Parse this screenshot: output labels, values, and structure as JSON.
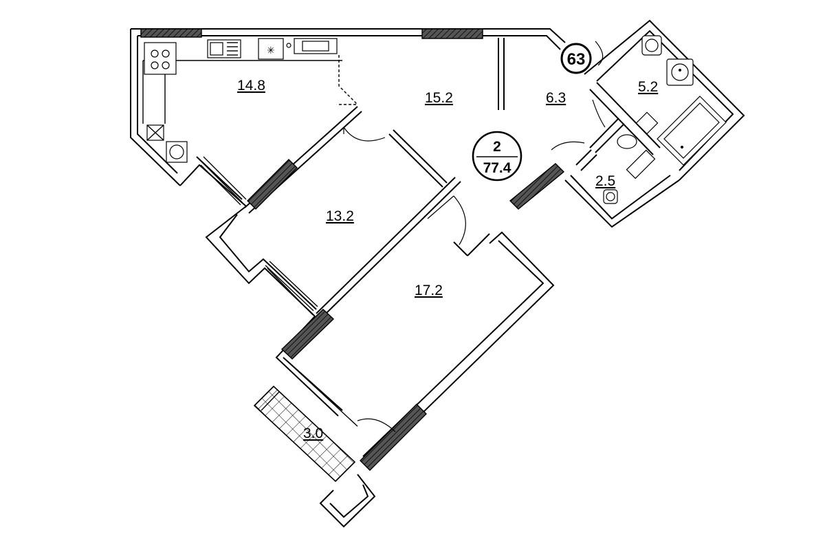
{
  "plan": {
    "apartment_number": "63",
    "rooms_count": "2",
    "total_area": "77.4",
    "rooms": [
      {
        "id": "kitchen",
        "area": "14.8"
      },
      {
        "id": "hall",
        "area": "15.2"
      },
      {
        "id": "corridor",
        "area": "6.3"
      },
      {
        "id": "bathroom",
        "area": "5.2"
      },
      {
        "id": "bedroom",
        "area": "13.2"
      },
      {
        "id": "wc",
        "area": "2.5"
      },
      {
        "id": "living-room",
        "area": "17.2"
      },
      {
        "id": "balcony",
        "area": "3.0"
      }
    ]
  },
  "colors": {
    "line": "#000000",
    "background": "#ffffff"
  }
}
